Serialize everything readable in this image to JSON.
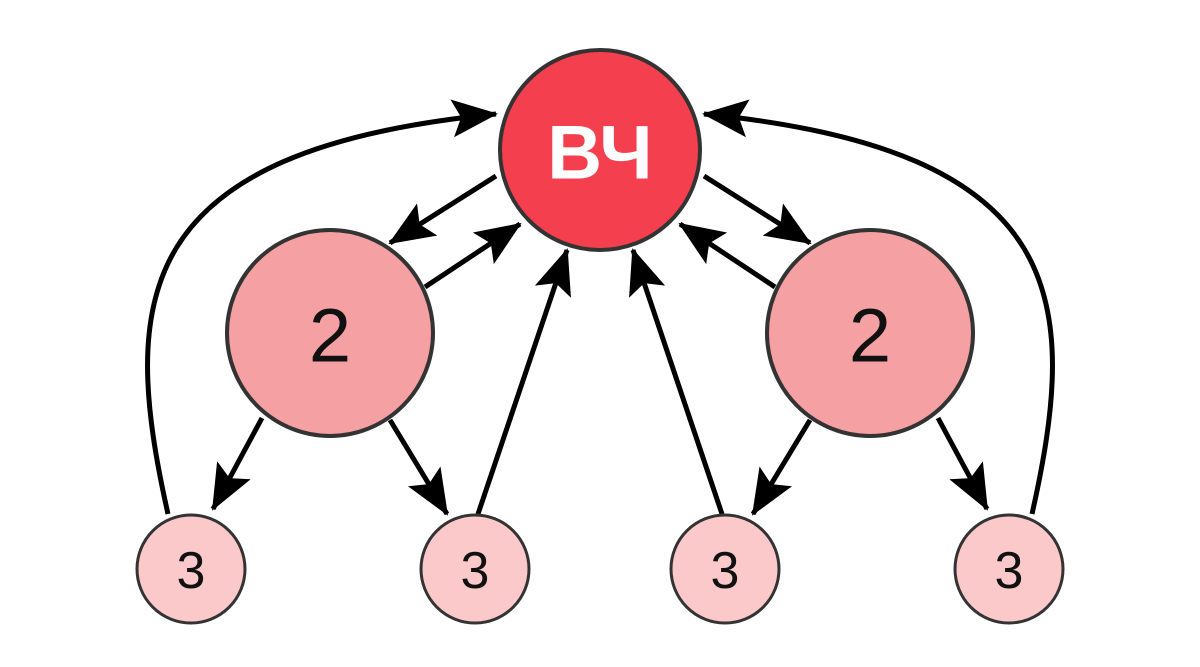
{
  "colors": {
    "root_fill": "#F4404E",
    "root_text": "#FFFFFF",
    "mid_fill": "#F5A0A3",
    "leaf_fill": "#FBC9C9",
    "node_stroke": "#333333",
    "label_text": "#111111",
    "edge": "#000000"
  },
  "nodes": {
    "root": {
      "label": "ВЧ"
    },
    "mid_left": {
      "label": "2"
    },
    "mid_right": {
      "label": "2"
    },
    "leaf_1": {
      "label": "3"
    },
    "leaf_2": {
      "label": "3"
    },
    "leaf_3": {
      "label": "3"
    },
    "leaf_4": {
      "label": "3"
    }
  },
  "edges": [
    {
      "from": "root",
      "to": "mid_left"
    },
    {
      "from": "mid_left",
      "to": "root"
    },
    {
      "from": "root",
      "to": "mid_right"
    },
    {
      "from": "mid_right",
      "to": "root"
    },
    {
      "from": "mid_left",
      "to": "leaf_1"
    },
    {
      "from": "mid_left",
      "to": "leaf_2"
    },
    {
      "from": "mid_right",
      "to": "leaf_3"
    },
    {
      "from": "mid_right",
      "to": "leaf_4"
    },
    {
      "from": "leaf_2",
      "to": "root"
    },
    {
      "from": "leaf_3",
      "to": "root"
    },
    {
      "from": "leaf_1",
      "to": "root"
    },
    {
      "from": "leaf_4",
      "to": "root"
    }
  ]
}
